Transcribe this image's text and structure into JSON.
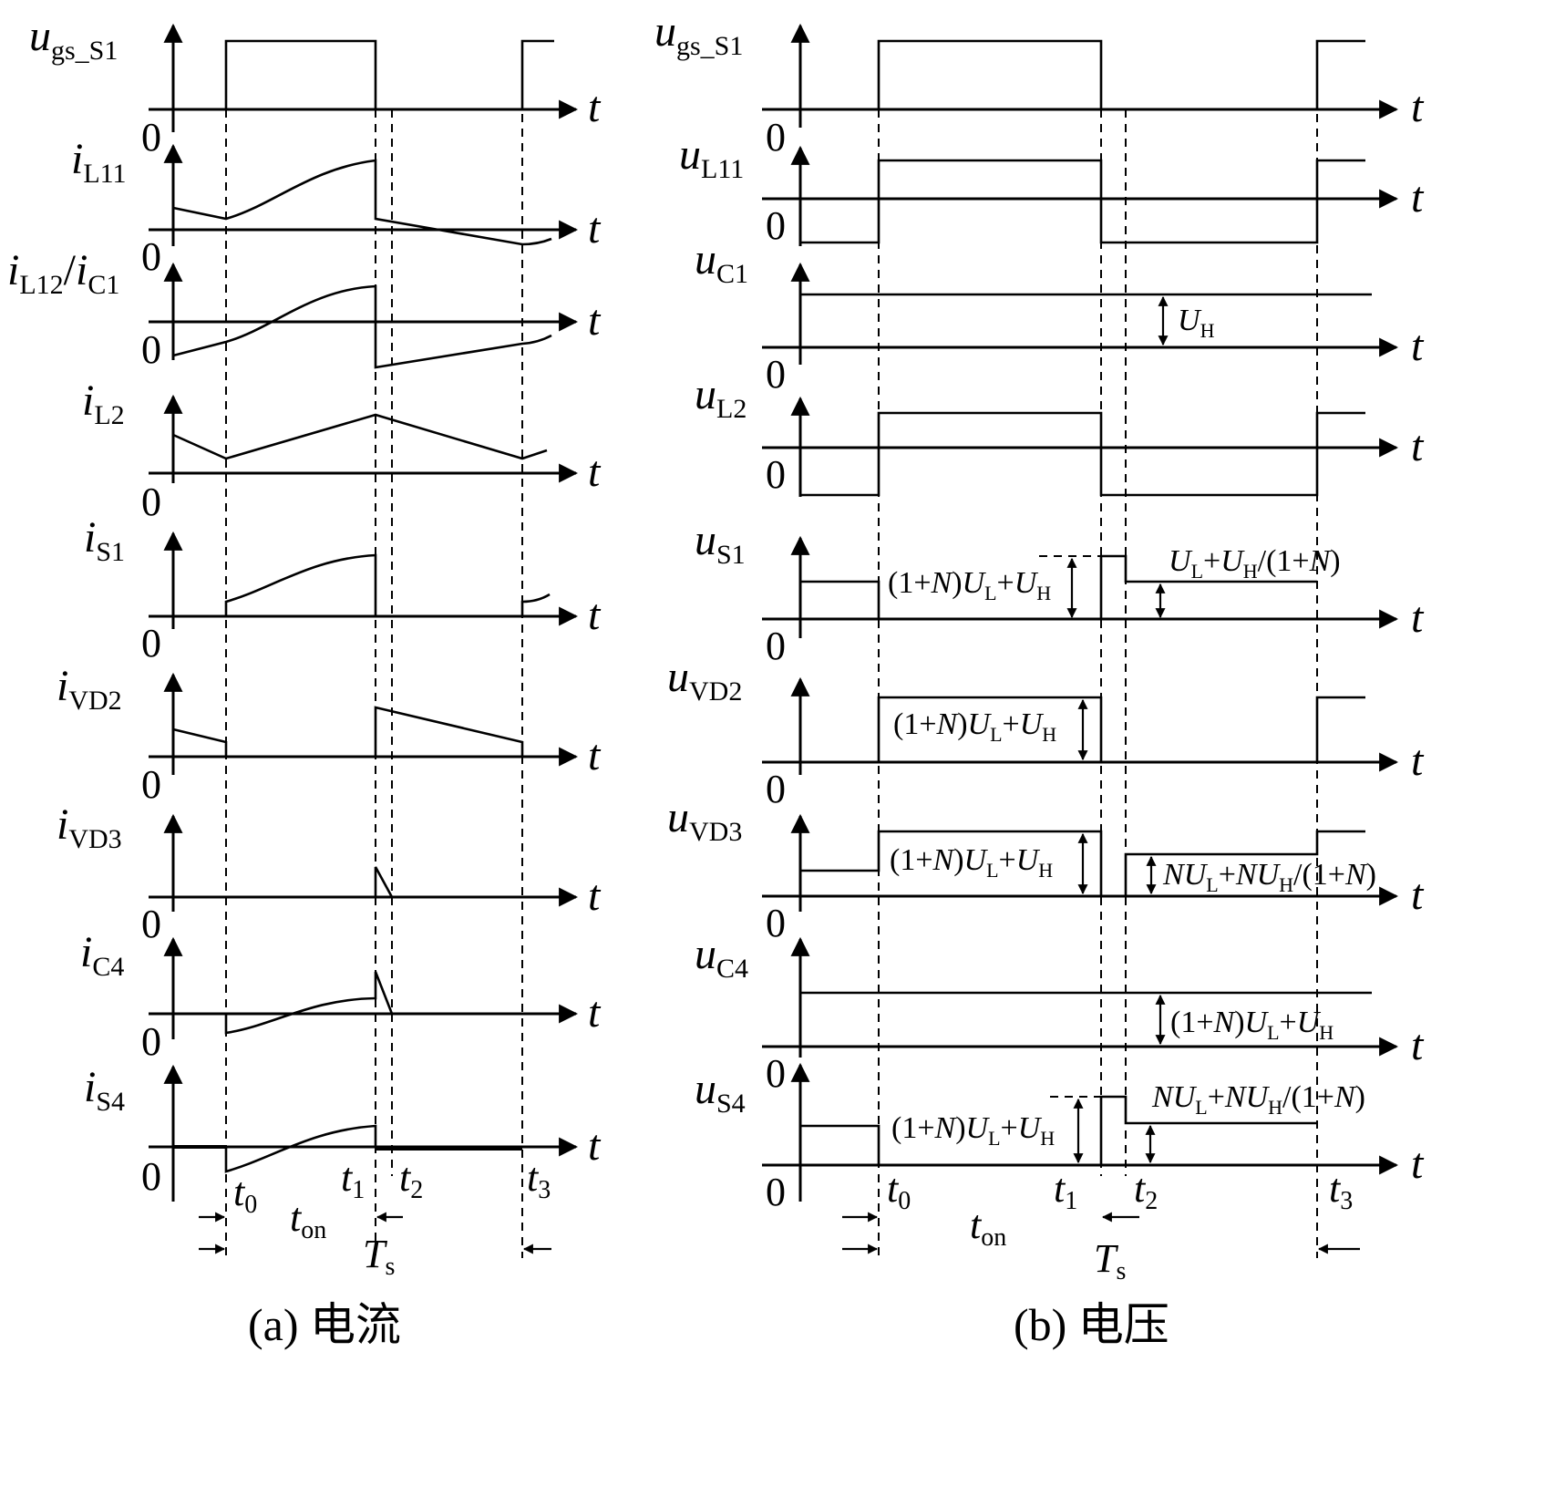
{
  "panel_a": {
    "caption": "(a)  电流",
    "signals": [
      {
        "main": "u",
        "sub": "gs_S1"
      },
      {
        "main": "i",
        "sub": "L11"
      },
      {
        "main": "i",
        "sub": "L12",
        "mid": "/",
        "main2": "i",
        "sub2": "C1"
      },
      {
        "main": "i",
        "sub": "L2"
      },
      {
        "main": "i",
        "sub": "S1"
      },
      {
        "main": "i",
        "sub": "VD2"
      },
      {
        "main": "i",
        "sub": "VD3"
      },
      {
        "main": "i",
        "sub": "C4"
      },
      {
        "main": "i",
        "sub": "S4"
      }
    ],
    "time_ticks": [
      {
        "main": "t",
        "sub": "0"
      },
      {
        "main": "t",
        "sub": "1"
      },
      {
        "main": "t",
        "sub": "2"
      },
      {
        "main": "t",
        "sub": "3"
      }
    ],
    "t_on": {
      "main": "t",
      "sub": "on"
    },
    "period": {
      "main": "T",
      "sub": "s"
    }
  },
  "panel_b": {
    "caption": "(b)  电压",
    "signals": [
      {
        "main": "u",
        "sub": "gs_S1"
      },
      {
        "main": "u",
        "sub": "L11"
      },
      {
        "main": "u",
        "sub": "C1"
      },
      {
        "main": "u",
        "sub": "L2"
      },
      {
        "main": "u",
        "sub": "S1"
      },
      {
        "main": "u",
        "sub": "VD2"
      },
      {
        "main": "u",
        "sub": "VD3"
      },
      {
        "main": "u",
        "sub": "C4"
      },
      {
        "main": "u",
        "sub": "S4"
      }
    ],
    "annotations": {
      "uh": {
        "a": "U",
        "as": "H"
      },
      "s1_left": {
        "p1": "(1+",
        "n": "N",
        "p2": ")",
        "a": "U",
        "as": "L",
        "p3": "+",
        "b": "U",
        "bs": "H"
      },
      "s1_right": {
        "a": "U",
        "as": "L",
        "p1": "+",
        "b": "U",
        "bs": "H",
        "p2": "/(1+",
        "n": "N",
        "p3": ")"
      },
      "vd2": {
        "p1": "(1+",
        "n": "N",
        "p2": ")",
        "a": "U",
        "as": "L",
        "p3": "+",
        "b": "U",
        "bs": "H"
      },
      "vd3_left": {
        "p1": "(1+",
        "n": "N",
        "p2": ")",
        "a": "U",
        "as": "L",
        "p3": "+",
        "b": "U",
        "bs": "H"
      },
      "vd3_right": {
        "n1": "N",
        "a": "U",
        "as": "L",
        "p1": "+",
        "n2": "N",
        "b": "U",
        "bs": "H",
        "p2": "/(1+",
        "n3": "N",
        "p3": ")"
      },
      "c4": {
        "p1": "(1+",
        "n": "N",
        "p2": ")",
        "a": "U",
        "as": "L",
        "p3": "+",
        "b": "U",
        "bs": "H"
      },
      "s4_left": {
        "p1": "(1+",
        "n": "N",
        "p2": ")",
        "a": "U",
        "as": "L",
        "p3": "+",
        "b": "U",
        "bs": "H"
      },
      "s4_right": {
        "n1": "N",
        "a": "U",
        "as": "L",
        "p1": "+",
        "n2": "N",
        "b": "U",
        "bs": "H",
        "p2": "/(1+",
        "n3": "N",
        "p3": ")"
      }
    },
    "time_ticks": [
      {
        "main": "t",
        "sub": "0"
      },
      {
        "main": "t",
        "sub": "1"
      },
      {
        "main": "t",
        "sub": "2"
      },
      {
        "main": "t",
        "sub": "3"
      }
    ],
    "t_on": {
      "main": "t",
      "sub": "on"
    },
    "period": {
      "main": "T",
      "sub": "s"
    }
  },
  "axis_label": "t",
  "zero_label": "0"
}
